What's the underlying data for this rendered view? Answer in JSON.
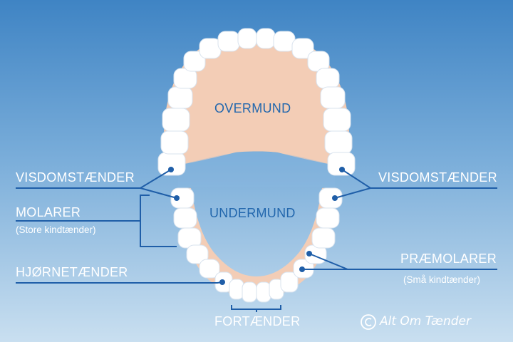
{
  "jaws": {
    "upper": "OVERMUND",
    "lower": "UNDERMUND"
  },
  "labels": {
    "wisdom_left": "VISDOMSTÆNDER",
    "wisdom_right": "VISDOMSTÆNDER",
    "molars": "MOLARER",
    "molars_sub": "(Store kindtænder)",
    "canines": "HJØRNETÆNDER",
    "premolars": "PRÆMOLARER",
    "premolars_sub": "(Små kindtænder)",
    "incisors": "FORTÆNDER"
  },
  "watermark": {
    "text": "Alt Om Tænder",
    "icon": "copyright-icon"
  },
  "colors": {
    "background_top": "#3f84c4",
    "background_bottom": "#c9dff0",
    "gum": "#f3cdb6",
    "tooth": "#ffffff",
    "line": "#1f5ea8",
    "jaw_label": "#2267ad"
  }
}
